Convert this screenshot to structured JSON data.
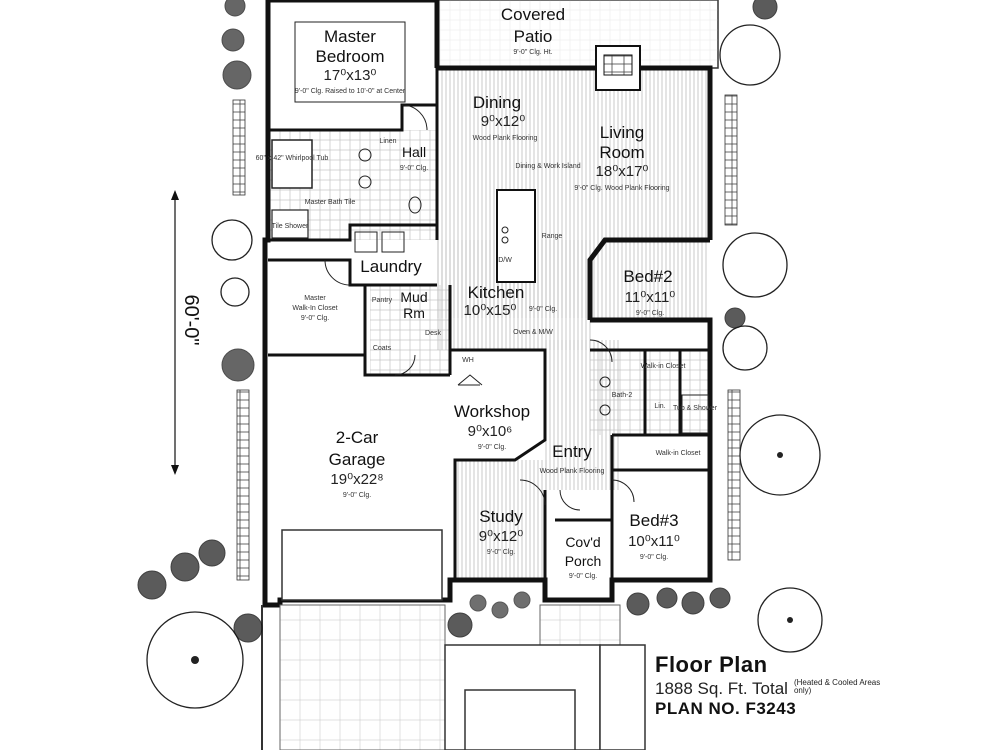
{
  "rooms": {
    "patio": {
      "name": "Covered\nPatio",
      "name1": "Covered",
      "name2": "Patio",
      "dim": "",
      "note": "9'-0\" Clg. Ht."
    },
    "master": {
      "name1": "Master",
      "name2": "Bedroom",
      "dim": "17⁰x13⁰",
      "note": "9'-0\" Clg. Raised to 10'-0\" at Center"
    },
    "dining": {
      "name": "Dining",
      "dim": "9⁰x12⁰",
      "note": "Wood Plank Flooring"
    },
    "living": {
      "name1": "Living",
      "name2": "Room",
      "dim": "18⁰x17⁰",
      "note": "9'-0\" Clg. Wood Plank Flooring"
    },
    "hall": {
      "name": "Hall",
      "note": "9'-0\" Clg."
    },
    "laundry": {
      "name": "Laundry"
    },
    "mud": {
      "name1": "Mud",
      "name2": "Rm"
    },
    "kitchen": {
      "name": "Kitchen",
      "dim": "10⁰x15⁰",
      "note": "9'-0\" Clg."
    },
    "bed2": {
      "name": "Bed#2",
      "dim": "11⁰x11⁰",
      "note": "9'-0\" Clg."
    },
    "closet": {
      "name1": "Master",
      "name2": "Walk-In Closet",
      "note": "9'-0\" Clg."
    },
    "workshop": {
      "name": "Workshop",
      "dim": "9⁰x10⁶",
      "note": "9'-0\" Clg."
    },
    "garage": {
      "name1": "2-Car",
      "name2": "Garage",
      "dim": "19⁰x22⁸",
      "note": "9'-0\" Clg."
    },
    "entry": {
      "name": "Entry",
      "note": "Wood Plank Flooring"
    },
    "study": {
      "name": "Study",
      "dim": "9⁰x12⁰",
      "note": "9'-0\" Clg."
    },
    "porch": {
      "name1": "Cov'd",
      "name2": "Porch",
      "note": "9'-0\" Clg."
    },
    "bed3": {
      "name": "Bed#3",
      "dim": "10⁰x11⁰",
      "note": "9'-0\" Clg."
    }
  },
  "small_labels": {
    "tub": "60\" x 42\" Whirlpool Tub",
    "shower": "Tile Shower",
    "bath_master": "Master Bath Tile",
    "linen": "Linen",
    "pantry": "Pantry",
    "desk": "Desk",
    "coats": "Coats",
    "wh": "WH",
    "bath2": "Bath-2",
    "walkin1": "Walk-in Closet",
    "walkin2": "Walk-in Closet",
    "linen2": "Lin.",
    "tub2": "Tub & Shower",
    "island": "Dining & Work Island",
    "range": "Range",
    "dw": "D/W",
    "oven": "Oven & M/W"
  },
  "dimension": {
    "overall_depth": "60'-0\""
  },
  "title_block": {
    "heading": "Floor Plan",
    "sqft": "1888 Sq. Ft. Total",
    "sqft_note": "(Heated & Cooled Areas only)",
    "plan_no": "PLAN NO. F3243"
  }
}
